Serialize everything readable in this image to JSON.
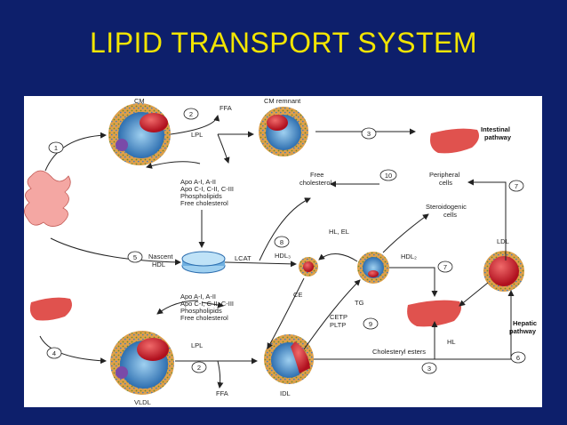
{
  "title": "LIPID TRANSPORT SYSTEM",
  "labels": {
    "cm": "CM",
    "ffa_top": "FFA",
    "cm_remnant": "CM remnant",
    "intestinal_1": "Intestinal",
    "intestinal_2": "pathway",
    "lpl_top": "LPL",
    "apo_top_1": "Apo A-I, A-II",
    "apo_top_2": "Apo C-I, C-II, C-III",
    "apo_top_3": "Phospholipids",
    "apo_top_4": "Free cholesterol",
    "free_chol_1": "Free",
    "free_chol_2": "cholesterol",
    "peripheral_1": "Peripheral",
    "peripheral_2": "cells",
    "steroid_1": "Steroidogenic",
    "steroid_2": "cells",
    "hl_el": "HL, EL",
    "ldl": "LDL",
    "nascent_1": "Nascent",
    "nascent_2": "HDL",
    "lcat": "LCAT",
    "hdl3": "HDL₃",
    "hdl2": "HDL₂",
    "ce": "CE",
    "tg": "TG",
    "cetp": "CETP",
    "pltp": "PLTP",
    "apo_bot_1": "Apo A-I, A-II",
    "apo_bot_2": "Apo C-I, C-II, C-III",
    "apo_bot_3": "Phospholipids",
    "apo_bot_4": "Free cholesterol",
    "hepatic_1": "Hepatic",
    "hepatic_2": "pathway",
    "lpl_bot": "LPL",
    "chol_esters": "Cholesteryl esters",
    "hl": "HL",
    "ffa_bot": "FFA",
    "idl": "IDL",
    "vldl": "VLDL"
  },
  "steps": [
    "1",
    "2",
    "3",
    "10",
    "7",
    "8",
    "5",
    "7",
    "9",
    "4",
    "2",
    "3",
    "6"
  ],
  "colors": {
    "background": "#0d1f6b",
    "title": "#f2e500",
    "liver": "#e0524e",
    "core_red": "#c8102e",
    "core_blue": "#3a6fb5",
    "particle_orange": "#e39a3b"
  }
}
